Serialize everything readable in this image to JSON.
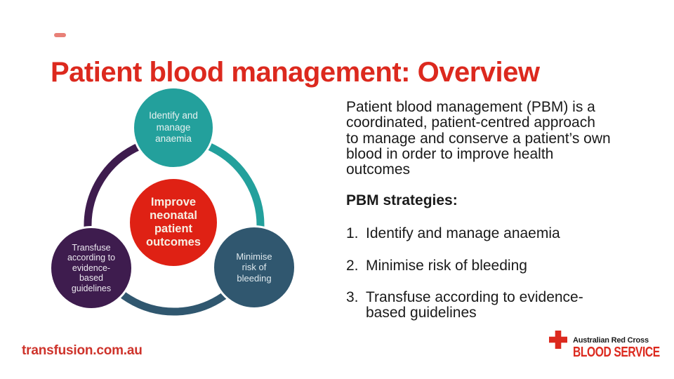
{
  "slide": {
    "title": "Patient blood management: Overview"
  },
  "colors": {
    "title_red": "#DC291E",
    "circle_teal": "#23A09C",
    "circle_red": "#DF2114",
    "circle_purple": "#3E1C4E",
    "circle_slate": "#30576F",
    "body_text": "#1A1A1A",
    "footer_red": "#CE332B"
  },
  "diagram": {
    "circles": [
      {
        "id": "identify-anaemia",
        "label": "Identify and\nmanage\nanaemia",
        "color": "#23A09C"
      },
      {
        "id": "improve-outcomes",
        "label": "Improve\nneonatal\npatient\noutcomes",
        "color": "#DF2114"
      },
      {
        "id": "transfuse-guidelines",
        "label": "Transfuse\naccording to\nevidence-\nbased\nguidelines",
        "color": "#3E1C4E"
      },
      {
        "id": "minimise-bleeding",
        "label": "Minimise\nrisk of\nbleeding",
        "color": "#30576F"
      }
    ],
    "ring_arcs": [
      {
        "id": "arc-left",
        "color": "#3E1C4E"
      },
      {
        "id": "arc-right",
        "color": "#23A09C"
      },
      {
        "id": "arc-bottom",
        "color": "#30576F"
      }
    ]
  },
  "content": {
    "intro": "Patient blood management (PBM) is a\ncoordinated, patient-centred approach\nto manage and conserve a patient’s own\nblood in order to improve health\noutcomes",
    "strategies_heading": "PBM strategies:",
    "strategies": [
      {
        "number": "1.",
        "text": "Identify and manage anaemia"
      },
      {
        "number": "2.",
        "text": "Minimise risk of bleeding"
      },
      {
        "number": "3.",
        "text": "Transfuse according to evidence-\nbased guidelines"
      }
    ]
  },
  "footer": {
    "website": "transfusion.com.au",
    "logo_org": "Australian Red Cross",
    "logo_service": "BLOOD SERVICE"
  }
}
